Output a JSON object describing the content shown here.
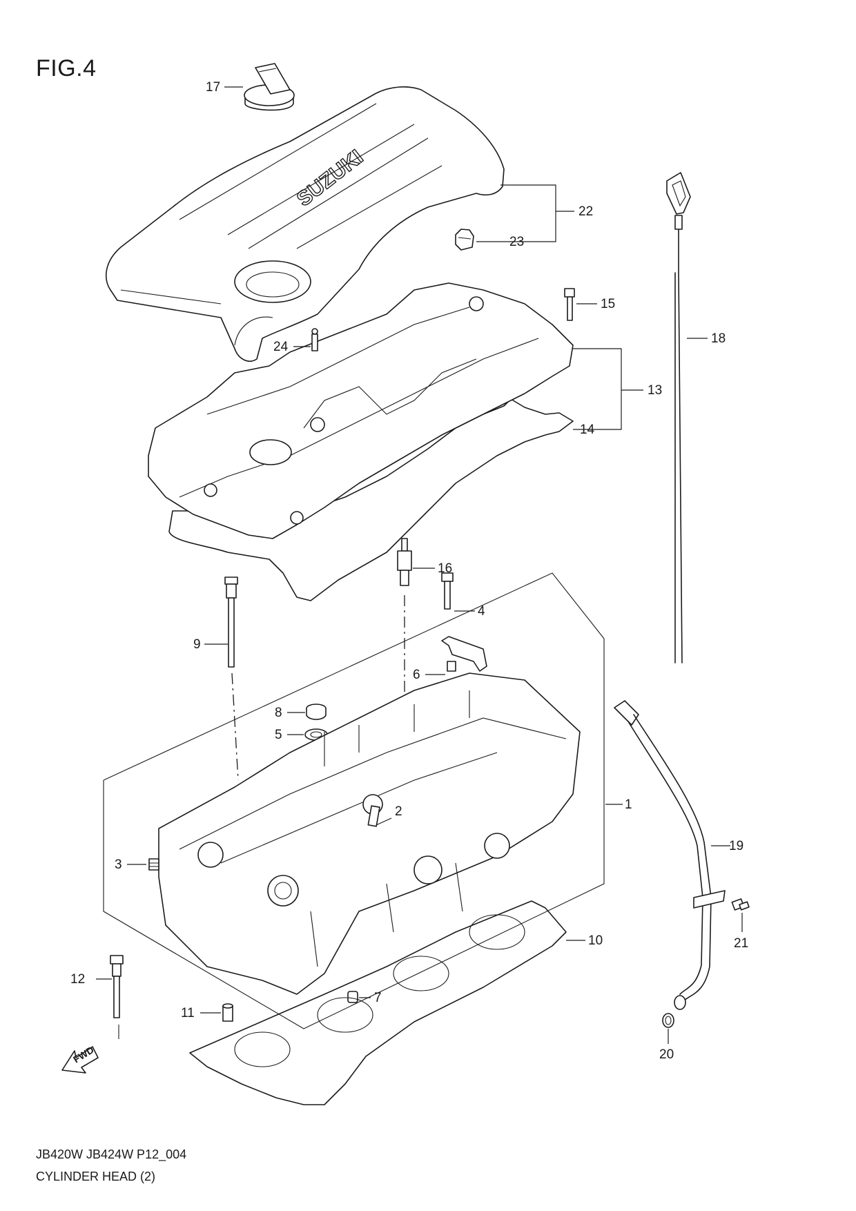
{
  "figure": {
    "title": "FIG.4"
  },
  "emblem": {
    "cover_text": "SUZUKI",
    "fwd_text": "FWD"
  },
  "callouts": {
    "c1": "1",
    "c2": "2",
    "c3": "3",
    "c4": "4",
    "c5": "5",
    "c6": "6",
    "c7": "7",
    "c8": "8",
    "c9": "9",
    "c10": "10",
    "c11": "11",
    "c12": "12",
    "c13": "13",
    "c14": "14",
    "c15": "15",
    "c16": "16",
    "c17": "17",
    "c18": "18",
    "c19": "19",
    "c20": "20",
    "c21": "21",
    "c22": "22",
    "c23": "23",
    "c24": "24"
  },
  "footer": {
    "code": "JB420W JB424W P12_004",
    "title": "CYLINDER HEAD (2)"
  }
}
